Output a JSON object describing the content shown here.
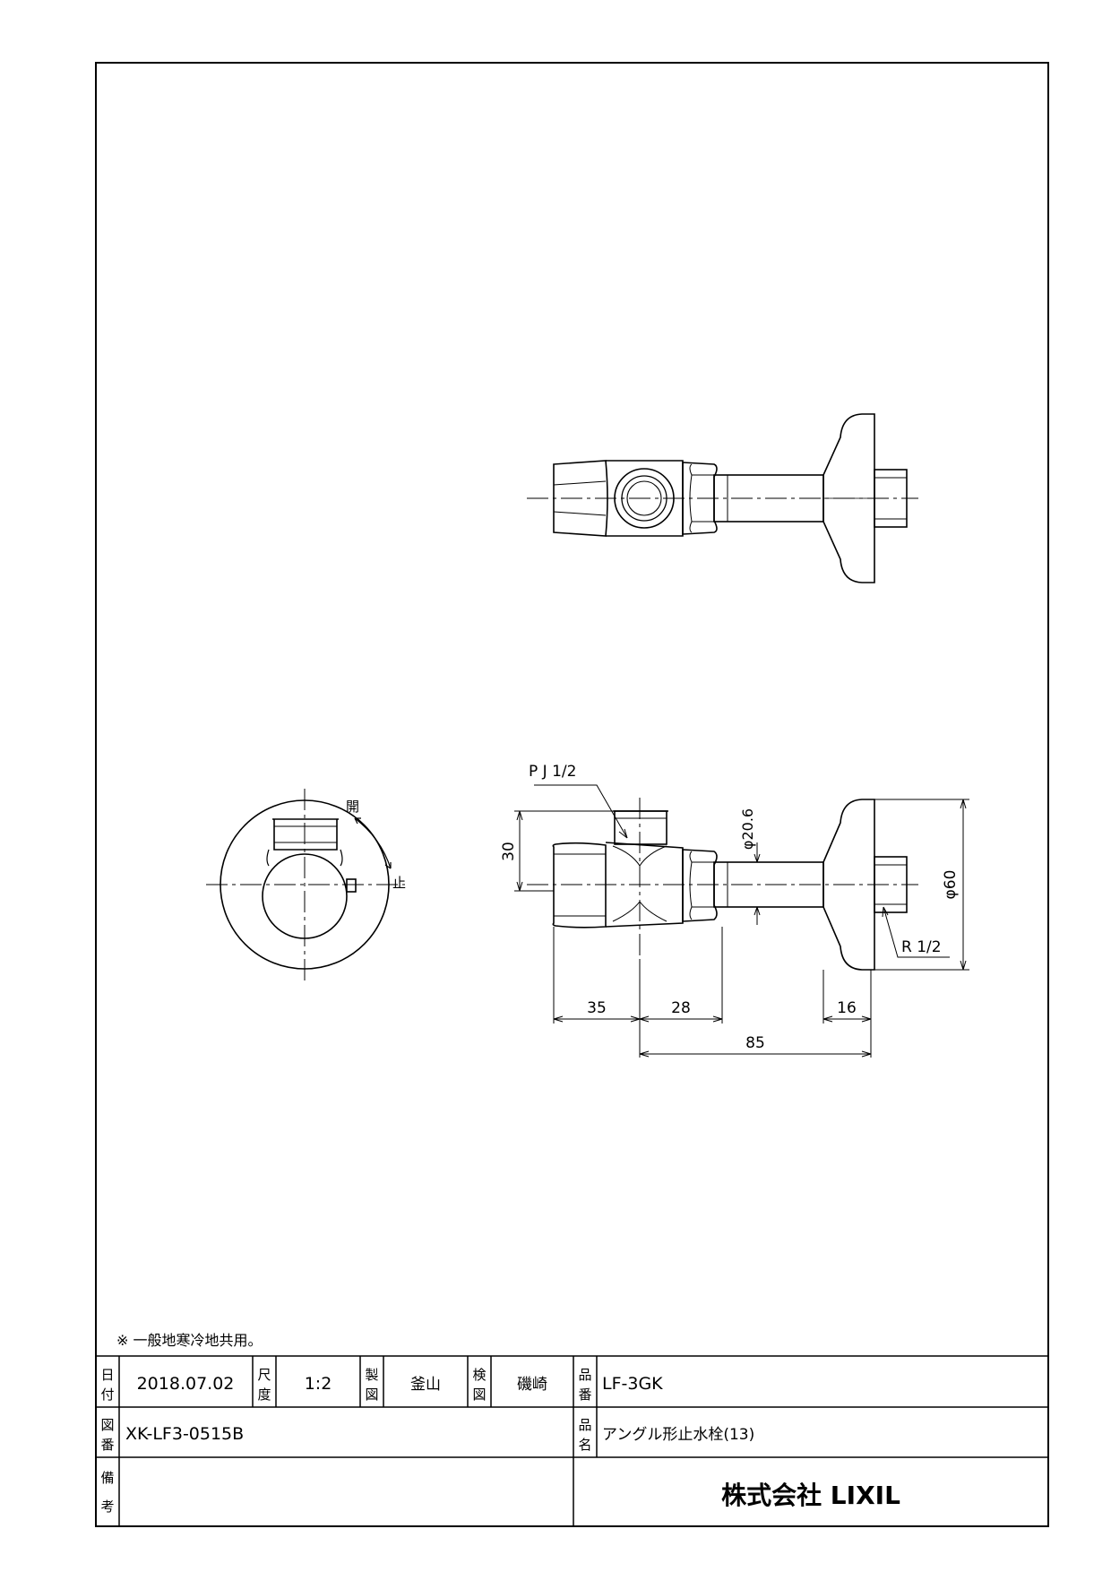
{
  "drawing": {
    "top_view": {},
    "side_view": {
      "labels": {
        "pj": "P J 1/2",
        "phi206": "φ20.6",
        "phi60": "φ60",
        "r12": "R 1/2",
        "dim30": "30",
        "dim35": "35",
        "dim28": "28",
        "dim16": "16",
        "dim85": "85"
      }
    },
    "end_view": {
      "open_label": "開",
      "stop_label": "止"
    }
  },
  "note": "※ 一般地寒冷地共用。",
  "title_block": {
    "date_label": [
      "日",
      "付"
    ],
    "date_value": "2018.07.02",
    "scale_label": [
      "尺",
      "度"
    ],
    "scale_value": "1:2",
    "drawn_label": [
      "製",
      "図"
    ],
    "drawn_value": "釜山",
    "checked_label": [
      "検",
      "図"
    ],
    "checked_value": "磯崎",
    "part_no_label": [
      "品",
      "番"
    ],
    "part_no_value": "LF-3GK",
    "drawing_no_label": [
      "図",
      "番"
    ],
    "drawing_no_value": "XK-LF3-0515B",
    "name_label": [
      "品",
      "名"
    ],
    "name_value": "アングル形止水栓(13)",
    "remarks_label": [
      "備",
      "考"
    ],
    "company": "株式会社 LIXIL"
  }
}
